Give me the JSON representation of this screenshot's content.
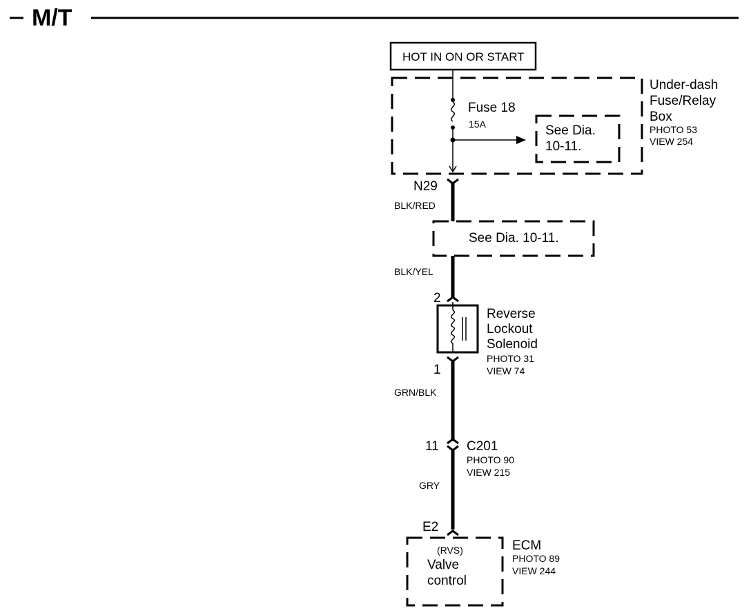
{
  "title": "M/T",
  "power": {
    "label": "HOT IN ON OR START"
  },
  "fuse_box": {
    "name_line1": "Under-dash",
    "name_line2": "Fuse/Relay",
    "name_line3": "Box",
    "photo": "PHOTO 53",
    "view": "VIEW 254",
    "fuse_name": "Fuse 18",
    "fuse_rating": "15A",
    "see_line1": "See  Dia.",
    "see_line2": "10-11."
  },
  "connector_n29": {
    "label": "N29"
  },
  "wire_1": {
    "color": "BLK/RED"
  },
  "see_box_2": {
    "label": "See Dia. 10-11."
  },
  "wire_2": {
    "color": "BLK/YEL"
  },
  "solenoid": {
    "pin_top": "2",
    "pin_bottom": "1",
    "name_line1": "Reverse",
    "name_line2": "Lockout",
    "name_line3": "Solenoid",
    "photo": "PHOTO 31",
    "view": "VIEW 74"
  },
  "wire_3": {
    "color": "GRN/BLK"
  },
  "connector_c201": {
    "pin": "11",
    "name": "C201",
    "photo": "PHOTO 90",
    "view": "VIEW 215"
  },
  "wire_4": {
    "color": "GRY"
  },
  "ecm": {
    "pin": "E2",
    "name": "ECM",
    "photo": "PHOTO 89",
    "view": "VIEW 244",
    "signal": "(RVS)",
    "func_line1": "Valve",
    "func_line2": "control"
  }
}
